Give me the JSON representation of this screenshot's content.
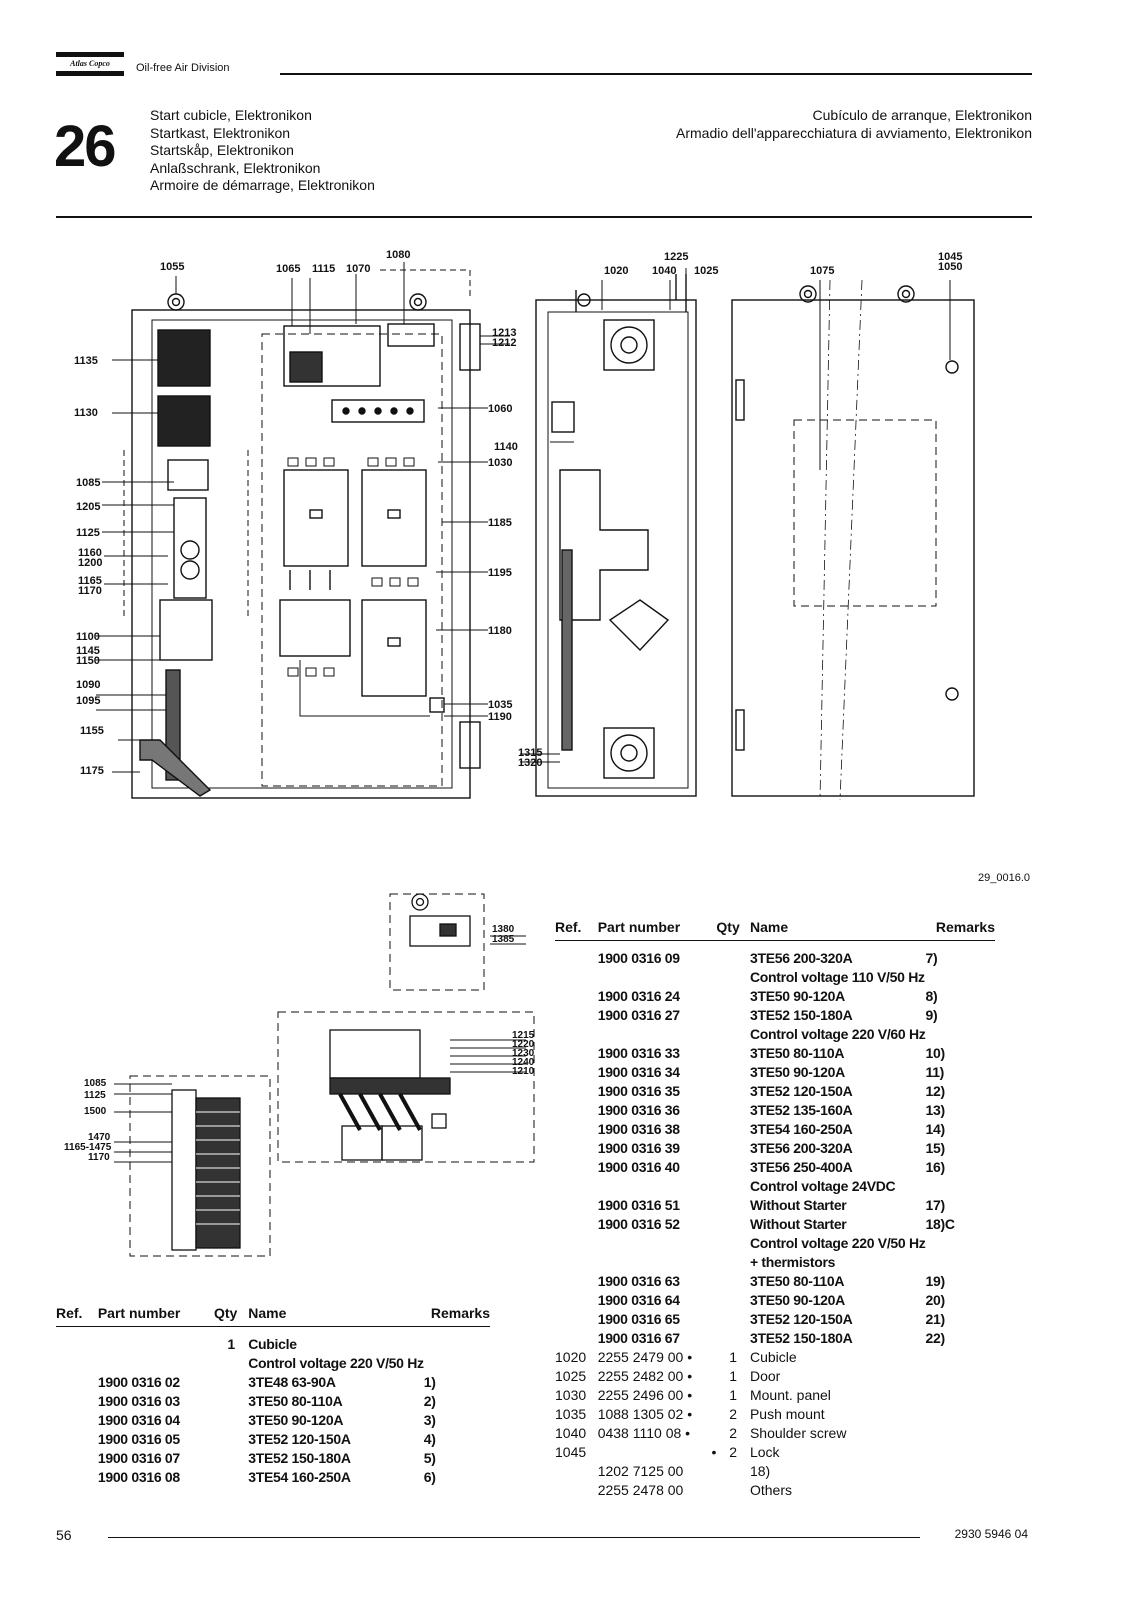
{
  "header": {
    "division": "Oil-free Air Division",
    "logo_text": "Atlas Copco",
    "section_number": "26",
    "titles_left": [
      "Start cubicle, Elektronikon",
      "Startkast, Elektronikon",
      "Startskåp, Elektronikon",
      "Anlaßschrank, Elektronikon",
      "Armoire de démarrage, Elektronikon"
    ],
    "titles_right": [
      "Cubículo de arranque, Elektronikon",
      "Armadio dell'apparecchiatura di avviamento, Elektronikon"
    ]
  },
  "figure": {
    "id": "29_0016.0",
    "callouts_main": [
      "1055",
      "1065",
      "1115",
      "1070",
      "1080",
      "1213",
      "1212",
      "1135",
      "1130",
      "1060",
      "1140",
      "1030",
      "1085",
      "1205",
      "1125",
      "1185",
      "1160",
      "1200",
      "1165",
      "1170",
      "1195",
      "1100",
      "1145",
      "1150",
      "1180",
      "1090",
      "1095",
      "1035",
      "1190",
      "1155",
      "1175",
      "1020",
      "1040",
      "1225",
      "1025",
      "1315",
      "1320",
      "1075",
      "1045",
      "1050"
    ],
    "callouts_detail": [
      "1380",
      "1385",
      "1215",
      "1220",
      "1230",
      "1240",
      "1210",
      "1085",
      "1125",
      "1500",
      "1470",
      "1165-1475",
      "1170"
    ]
  },
  "table_left": {
    "headers": {
      "ref": "Ref.",
      "part": "Part number",
      "qty": "Qty",
      "name": "Name",
      "remarks": "Remarks"
    },
    "rows": [
      {
        "ref": "",
        "part": "",
        "qty": "1",
        "name": "Cubicle",
        "remarks": ""
      },
      {
        "ref": "",
        "part": "",
        "qty": "",
        "name": "Control voltage 220 V/50 Hz",
        "remarks": ""
      },
      {
        "ref": "",
        "part": "1900 0316 02",
        "qty": "",
        "name": "3TE48 63-90A",
        "remarks": "1)"
      },
      {
        "ref": "",
        "part": "1900 0316 03",
        "qty": "",
        "name": "3TE50 80-110A",
        "remarks": "2)"
      },
      {
        "ref": "",
        "part": "1900 0316 04",
        "qty": "",
        "name": "3TE50 90-120A",
        "remarks": "3)"
      },
      {
        "ref": "",
        "part": "1900 0316 05",
        "qty": "",
        "name": "3TE52 120-150A",
        "remarks": "4)"
      },
      {
        "ref": "",
        "part": "1900 0316 07",
        "qty": "",
        "name": "3TE52 150-180A",
        "remarks": "5)"
      },
      {
        "ref": "",
        "part": "1900 0316 08",
        "qty": "",
        "name": "3TE54 160-250A",
        "remarks": "6)"
      }
    ]
  },
  "table_right": {
    "headers": {
      "ref": "Ref.",
      "part": "Part number",
      "qty": "Qty",
      "name": "Name",
      "remarks": "Remarks"
    },
    "rows": [
      {
        "ref": "",
        "part": "1900 0316 09",
        "qty": "",
        "name": "3TE56 200-320A",
        "remarks": "7)"
      },
      {
        "ref": "",
        "part": "",
        "qty": "",
        "name": "Control voltage 110 V/50 Hz",
        "remarks": ""
      },
      {
        "ref": "",
        "part": "1900 0316 24",
        "qty": "",
        "name": "3TE50 90-120A",
        "remarks": "8)"
      },
      {
        "ref": "",
        "part": "1900 0316 27",
        "qty": "",
        "name": "3TE52 150-180A",
        "remarks": "9)"
      },
      {
        "ref": "",
        "part": "",
        "qty": "",
        "name": "Control voltage 220 V/60 Hz",
        "remarks": ""
      },
      {
        "ref": "",
        "part": "1900 0316 33",
        "qty": "",
        "name": "3TE50 80-110A",
        "remarks": "10)"
      },
      {
        "ref": "",
        "part": "1900 0316 34",
        "qty": "",
        "name": "3TE50 90-120A",
        "remarks": "11)"
      },
      {
        "ref": "",
        "part": "1900 0316 35",
        "qty": "",
        "name": "3TE52 120-150A",
        "remarks": "12)"
      },
      {
        "ref": "",
        "part": "1900 0316 36",
        "qty": "",
        "name": "3TE52 135-160A",
        "remarks": "13)"
      },
      {
        "ref": "",
        "part": "1900 0316 38",
        "qty": "",
        "name": "3TE54 160-250A",
        "remarks": "14)"
      },
      {
        "ref": "",
        "part": "1900 0316 39",
        "qty": "",
        "name": "3TE56 200-320A",
        "remarks": "15)"
      },
      {
        "ref": "",
        "part": "1900 0316 40",
        "qty": "",
        "name": "3TE56 250-400A",
        "remarks": "16)"
      },
      {
        "ref": "",
        "part": "",
        "qty": "",
        "name": "Control voltage 24VDC",
        "remarks": ""
      },
      {
        "ref": "",
        "part": "1900 0316 51",
        "qty": "",
        "name": "Without Starter",
        "remarks": "17)"
      },
      {
        "ref": "",
        "part": "1900 0316 52",
        "qty": "",
        "name": "Without Starter",
        "remarks": "18)C"
      },
      {
        "ref": "",
        "part": "",
        "qty": "",
        "name": "Control voltage 220 V/50 Hz",
        "remarks": ""
      },
      {
        "ref": "",
        "part": "",
        "qty": "",
        "name": "+ thermistors",
        "remarks": ""
      },
      {
        "ref": "",
        "part": "1900 0316 63",
        "qty": "",
        "name": "3TE50 80-110A",
        "remarks": "19)"
      },
      {
        "ref": "",
        "part": "1900 0316 64",
        "qty": "",
        "name": "3TE50 90-120A",
        "remarks": "20)"
      },
      {
        "ref": "",
        "part": "1900 0316 65",
        "qty": "",
        "name": "3TE52 120-150A",
        "remarks": "21)"
      },
      {
        "ref": "",
        "part": "1900 0316 67",
        "qty": "",
        "name": "3TE52 150-180A",
        "remarks": "22)"
      },
      {
        "ref": "1020",
        "part": "2255 2479 00 •",
        "qty": "1",
        "name": "Cubicle",
        "remarks": ""
      },
      {
        "ref": "1025",
        "part": "2255 2482 00 •",
        "qty": "1",
        "name": "Door",
        "remarks": ""
      },
      {
        "ref": "1030",
        "part": "2255 2496 00 •",
        "qty": "1",
        "name": "Mount. panel",
        "remarks": ""
      },
      {
        "ref": "1035",
        "part": "1088 1305 02 •",
        "qty": "2",
        "name": "Push mount",
        "remarks": ""
      },
      {
        "ref": "1040",
        "part": "0438 1110 08 •",
        "qty": "2",
        "name": "Shoulder screw",
        "remarks": ""
      },
      {
        "ref": "1045",
        "part": "•",
        "qty": "2",
        "name": "Lock",
        "remarks": ""
      },
      {
        "ref": "",
        "part": "1202 7125 00",
        "qty": "",
        "name": "18)",
        "remarks": ""
      },
      {
        "ref": "",
        "part": "2255 2478 00",
        "qty": "",
        "name": "Others",
        "remarks": ""
      }
    ]
  },
  "footer": {
    "page_number": "56",
    "doc_number": "2930 5946 04"
  }
}
